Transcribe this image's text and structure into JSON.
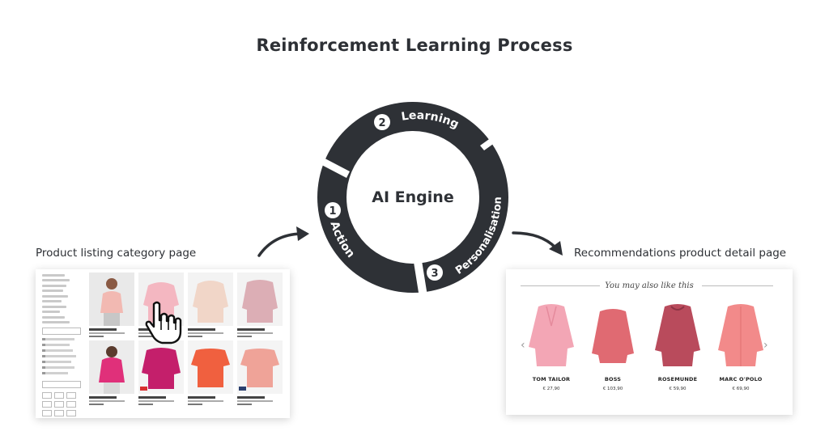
{
  "title": "Reinforcement Learning Process",
  "cycle": {
    "center_label": "AI Engine",
    "steps": [
      {
        "number": "1",
        "label": "Action"
      },
      {
        "number": "2",
        "label": "Learning"
      },
      {
        "number": "3",
        "label": "Personalisation"
      }
    ]
  },
  "left_panel": {
    "caption": "Product listing category page"
  },
  "right_panel": {
    "caption": "Recommendations product detail page",
    "heading": "You may also like this",
    "items": [
      {
        "brand": "TOM TAILOR",
        "price": "€ 27,90",
        "color": "#f3a6b5"
      },
      {
        "brand": "BOSS",
        "price": "€ 103,90",
        "color": "#e06a72"
      },
      {
        "brand": "ROSEMUNDE",
        "price": "€ 59,90",
        "color": "#b94b5c"
      },
      {
        "brand": "MARC O'POLO",
        "price": "€ 69,90",
        "color": "#f28a8a"
      }
    ]
  },
  "colors": {
    "ring": "#2e3136",
    "text": "#2d3035",
    "background": "#ffffff"
  }
}
